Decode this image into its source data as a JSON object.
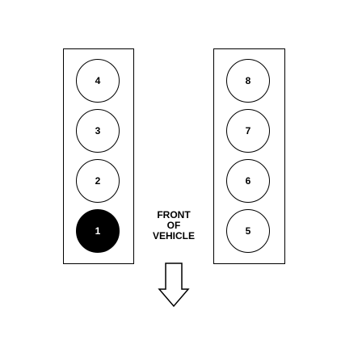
{
  "banks": {
    "left": {
      "cylinders": [
        {
          "number": "4",
          "filled": false
        },
        {
          "number": "3",
          "filled": false
        },
        {
          "number": "2",
          "filled": false
        },
        {
          "number": "1",
          "filled": true
        }
      ]
    },
    "right": {
      "cylinders": [
        {
          "number": "8",
          "filled": false
        },
        {
          "number": "7",
          "filled": false
        },
        {
          "number": "6",
          "filled": false
        },
        {
          "number": "5",
          "filled": false
        }
      ]
    }
  },
  "front_label": {
    "line1": "FRONT",
    "line2": "OF",
    "line3": "VEHICLE"
  },
  "arrow": {
    "icon": "down-arrow-icon",
    "direction": "down"
  },
  "colors": {
    "outline": "#000000",
    "fill_highlight": "#000000",
    "background": "#ffffff"
  }
}
